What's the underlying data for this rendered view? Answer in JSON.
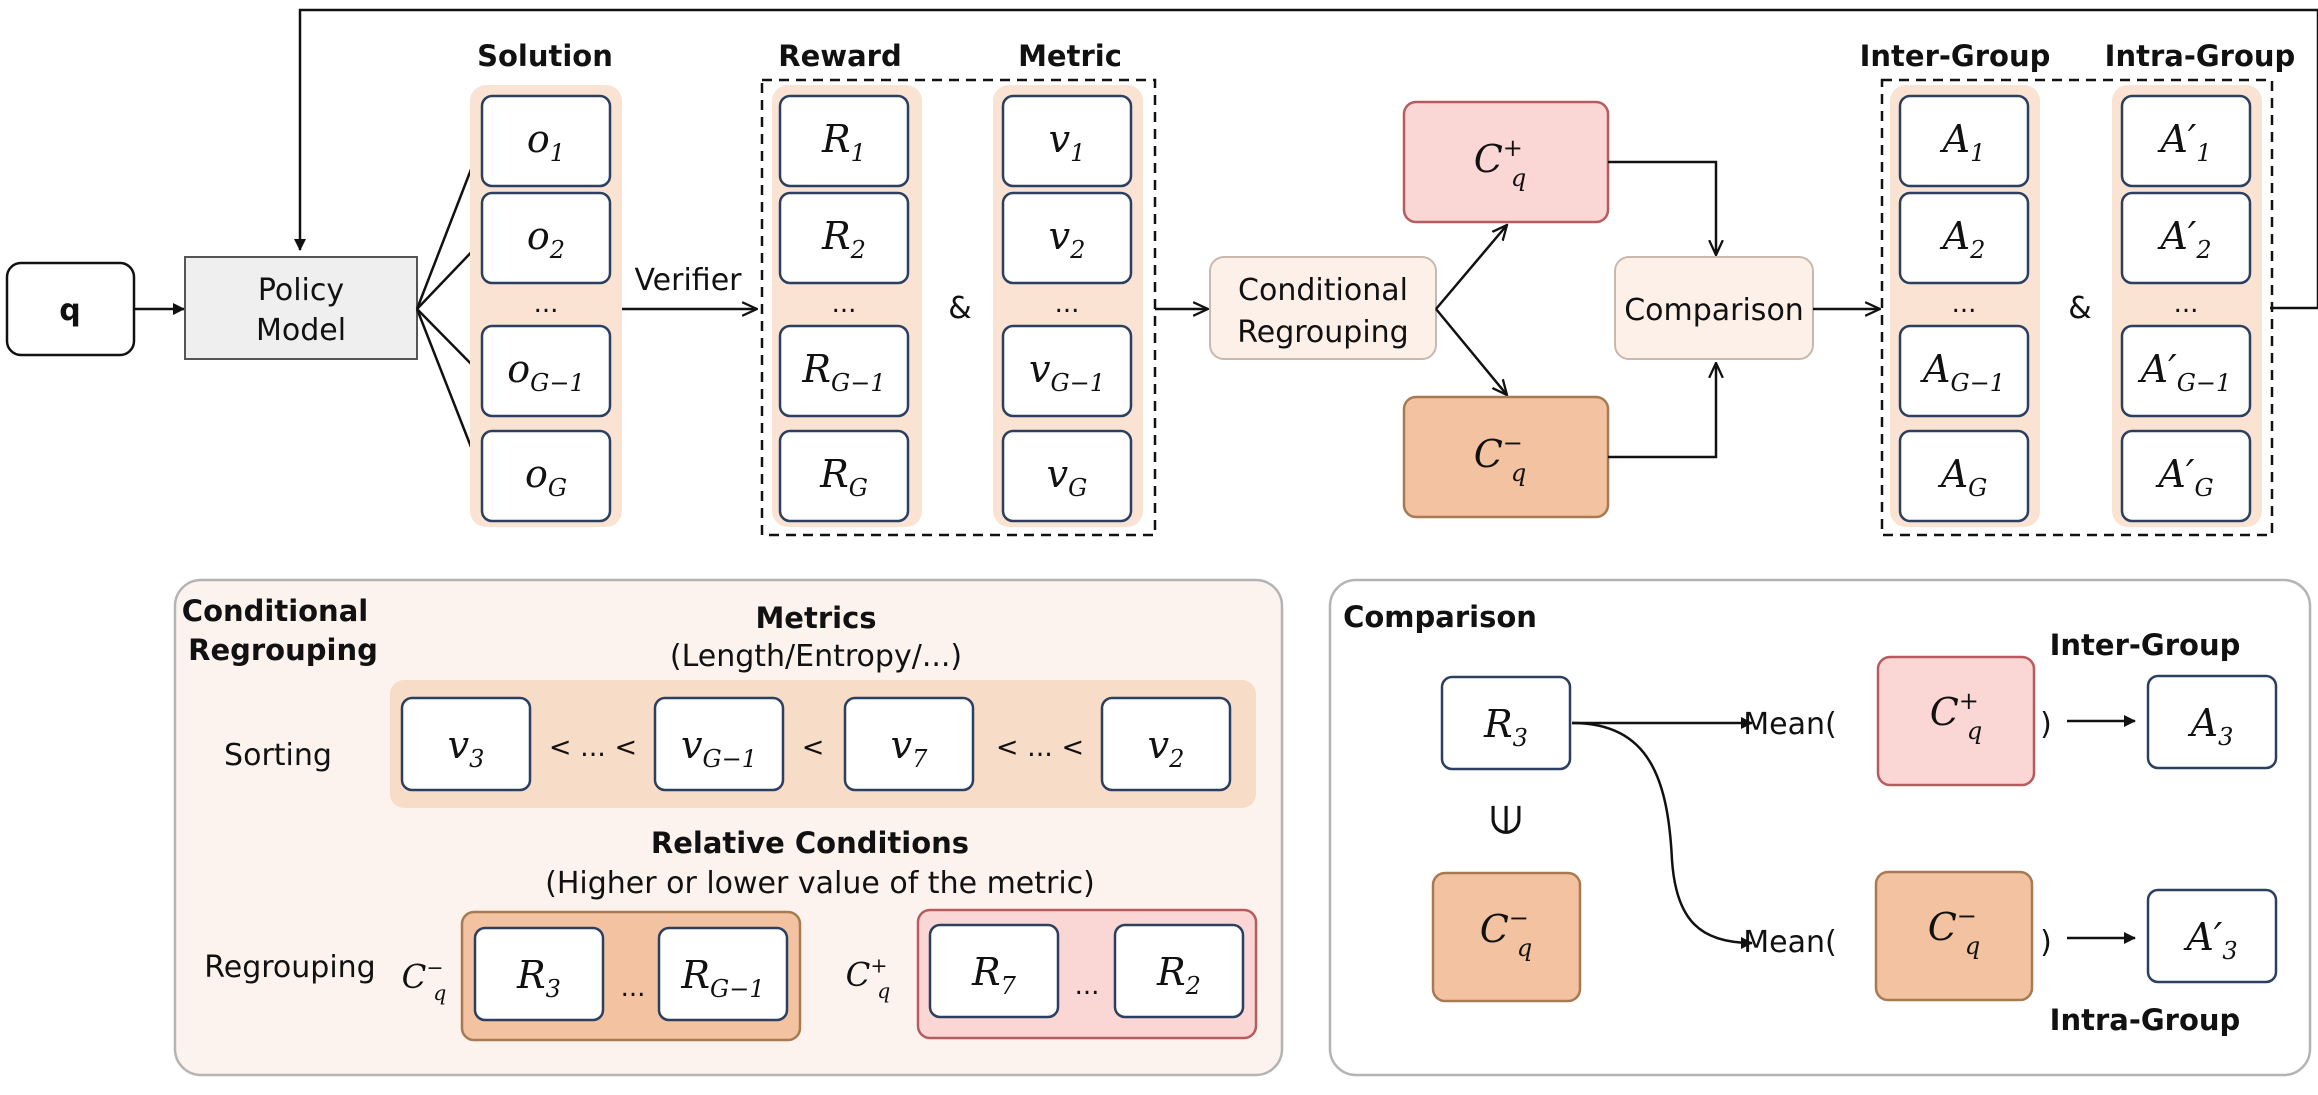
{
  "top": {
    "query": "q",
    "policy_model": [
      "Policy",
      "Model"
    ],
    "solution_header": "Solution",
    "solutions": [
      {
        "base": "o",
        "sub": "1"
      },
      {
        "base": "o",
        "sub": "2"
      },
      {
        "dots": "..."
      },
      {
        "base": "o",
        "sub": "G−1"
      },
      {
        "base": "o",
        "sub": "G"
      }
    ],
    "verifier_label": "Verifier",
    "reward_header": "Reward",
    "rewards": [
      {
        "base": "R",
        "sub": "1"
      },
      {
        "base": "R",
        "sub": "2"
      },
      {
        "dots": "..."
      },
      {
        "base": "R",
        "sub": "G−1"
      },
      {
        "base": "R",
        "sub": "G"
      }
    ],
    "amp": "&",
    "metric_header": "Metric",
    "metrics": [
      {
        "base": "v",
        "sub": "1"
      },
      {
        "base": "v",
        "sub": "2"
      },
      {
        "dots": "..."
      },
      {
        "base": "v",
        "sub": "G−1"
      },
      {
        "base": "v",
        "sub": "G"
      }
    ],
    "conditional_regrouping": [
      "Conditional",
      "Regrouping"
    ],
    "c_plus": {
      "base": "C",
      "sub": "q",
      "sup": "+"
    },
    "c_minus": {
      "base": "C",
      "sub": "q",
      "sup": "−"
    },
    "comparison": "Comparison",
    "inter_header": "Inter-Group",
    "inter": [
      {
        "base": "A",
        "sub": "1"
      },
      {
        "base": "A",
        "sub": "2"
      },
      {
        "dots": "..."
      },
      {
        "base": "A",
        "sub": "G−1"
      },
      {
        "base": "A",
        "sub": "G"
      }
    ],
    "intra_header": "Intra-Group",
    "intra": [
      {
        "base": "A′",
        "sub": "1"
      },
      {
        "base": "A′",
        "sub": "2"
      },
      {
        "dots": "..."
      },
      {
        "base": "A′",
        "sub": "G−1"
      },
      {
        "base": "A′",
        "sub": "G"
      }
    ]
  },
  "left_panel": {
    "title": [
      "Conditional",
      "Regrouping"
    ],
    "metrics_title": "Metrics",
    "metrics_sub": "(Length/Entropy/...)",
    "sorting_label": "Sorting",
    "sorted": [
      {
        "base": "v",
        "sub": "3"
      },
      {
        "base": "v",
        "sub": "G−1"
      },
      {
        "base": "v",
        "sub": "7"
      },
      {
        "base": "v",
        "sub": "2"
      }
    ],
    "separators": [
      "< ... <",
      "<",
      "< ... <"
    ],
    "relative_title": "Relative Conditions",
    "relative_sub": "(Higher or lower value of the metric)",
    "regrouping_label": "Regrouping",
    "c_minus": {
      "base": "C",
      "sub": "q",
      "sup": "−"
    },
    "c_plus": {
      "base": "C",
      "sub": "q",
      "sup": "+"
    },
    "minus_group": [
      {
        "base": "R",
        "sub": "3"
      },
      {
        "base": "R",
        "sub": "G−1"
      }
    ],
    "plus_group": [
      {
        "base": "R",
        "sub": "7"
      },
      {
        "base": "R",
        "sub": "2"
      }
    ],
    "dots": "..."
  },
  "right_panel": {
    "title": "Comparison",
    "r3": {
      "base": "R",
      "sub": "3"
    },
    "element_of": "∈",
    "c_minus": {
      "base": "C",
      "sub": "q",
      "sup": "−"
    },
    "c_plus": {
      "base": "C",
      "sub": "q",
      "sup": "+"
    },
    "inter_label": "Inter-Group",
    "intra_label": "Intra-Group",
    "mean_open": "Mean(",
    "mean_close": ")",
    "a3": {
      "base": "A",
      "sub": "3"
    },
    "a3p": {
      "base": "A′",
      "sub": "3"
    }
  },
  "colors": {
    "peach_bg": "#fbe3d3",
    "panel_bg": "#fcf3ee",
    "pink": "#fad7d5",
    "pink_border": "#b85a5e",
    "orange": "#f3c3a1",
    "orange_border": "#a77a52",
    "box_border": "#2b3f60",
    "gray_box": "#efefef"
  }
}
